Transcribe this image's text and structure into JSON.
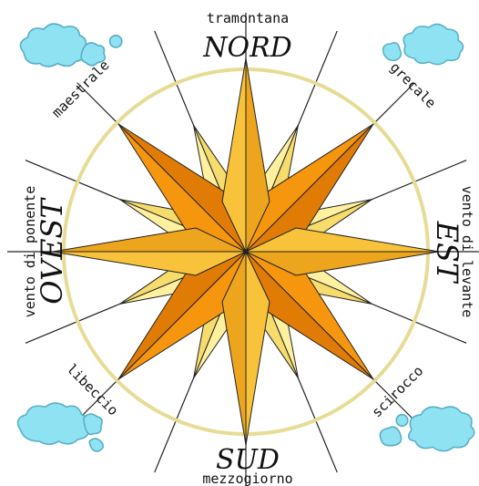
{
  "labels": {
    "tramontana": "tramontana",
    "nord": "NORD",
    "sud": "SUD",
    "mezzogiorno": "mezzogiorno",
    "ovest": "OVEST",
    "ponente": "vento di ponente",
    "est": "EST",
    "levante": "vento di levante",
    "maestrale": "maestrale",
    "grecale": "grecale",
    "libeccio": "libeccio",
    "scirocco": "scirocco"
  },
  "colors": {
    "ring": "#e6dc96",
    "orange": "#f6960f",
    "orange_dark": "#e07c06",
    "gold": "#f8c33a",
    "gold_dark": "#eda51e",
    "pale": "#fff0a0",
    "pale_dark": "#f5dc6c",
    "cloud": "#8fe2f2",
    "cloud_stroke": "#5aaec6"
  },
  "icons": [
    "cloud-icon"
  ]
}
